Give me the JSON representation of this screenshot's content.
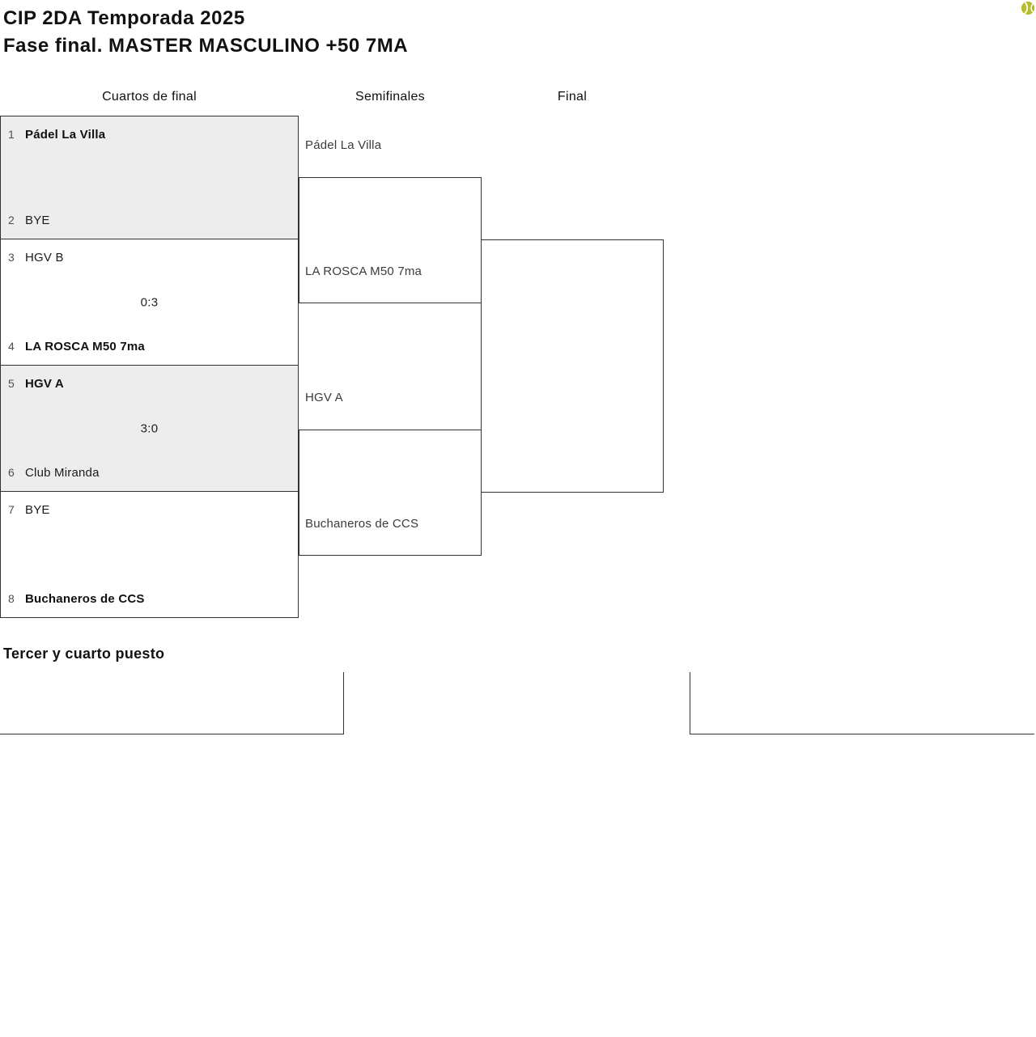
{
  "page": {
    "title_line1": "CIP 2DA Temporada 2025",
    "title_line2": "Fase final. MASTER MASCULINO +50 7MA",
    "third_place_title": "Tercer y cuarto puesto"
  },
  "rounds": {
    "quarterfinals_label": "Cuartos de final",
    "semifinals_label": "Semifinales",
    "final_label": "Final"
  },
  "quarterfinals": [
    {
      "score": "",
      "teams": [
        {
          "seed": "1",
          "name": "Pádel La Villa",
          "winner": true
        },
        {
          "seed": "2",
          "name": "BYE",
          "winner": false
        }
      ]
    },
    {
      "score": "0:3",
      "teams": [
        {
          "seed": "3",
          "name": "HGV B",
          "winner": false
        },
        {
          "seed": "4",
          "name": "LA ROSCA M50 7ma",
          "winner": true
        }
      ]
    },
    {
      "score": "3:0",
      "teams": [
        {
          "seed": "5",
          "name": "HGV A",
          "winner": true
        },
        {
          "seed": "6",
          "name": "Club Miranda",
          "winner": false
        }
      ]
    },
    {
      "score": "",
      "teams": [
        {
          "seed": "7",
          "name": "BYE",
          "winner": false
        },
        {
          "seed": "8",
          "name": "Buchaneros de CCS",
          "winner": true
        }
      ]
    }
  ],
  "semifinals": [
    {
      "teams": [
        {
          "name": "Pádel La Villa"
        },
        {
          "name": "LA ROSCA M50 7ma"
        }
      ]
    },
    {
      "teams": [
        {
          "name": "HGV A"
        },
        {
          "name": "Buchaneros de CCS"
        }
      ]
    }
  ],
  "icons": {
    "ball": "tennis-ball"
  },
  "colors": {
    "alt_match_bg": "#ededed",
    "bracket_line": "#333333",
    "ball_fill": "#b5bd2b"
  }
}
